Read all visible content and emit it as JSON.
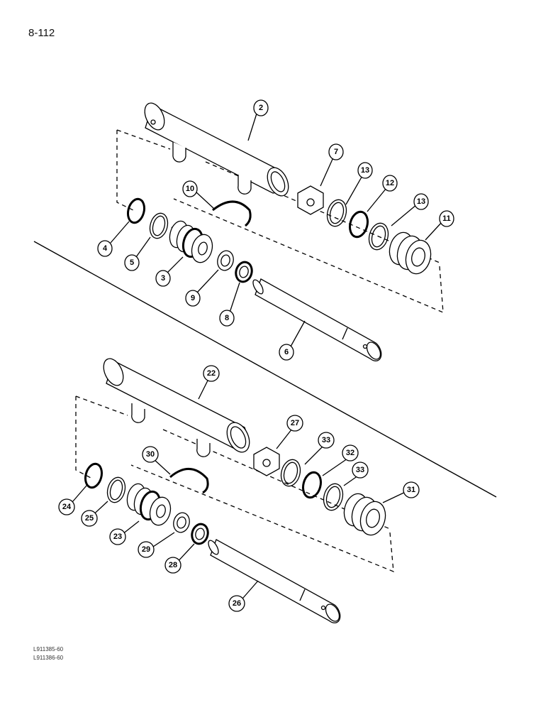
{
  "page": {
    "number": "8-112",
    "ref_codes": [
      "L911385-60",
      "L911386-60"
    ]
  },
  "assemblies": [
    {
      "name": "upper-cylinder",
      "callouts": [
        "2",
        "7",
        "13",
        "12",
        "13",
        "11",
        "10",
        "4",
        "5",
        "3",
        "9",
        "8",
        "6"
      ]
    },
    {
      "name": "lower-cylinder",
      "callouts": [
        "22",
        "27",
        "33",
        "32",
        "33",
        "31",
        "30",
        "24",
        "25",
        "23",
        "29",
        "28",
        "26"
      ]
    }
  ],
  "colors": {
    "line": "#000000",
    "background": "#ffffff"
  }
}
